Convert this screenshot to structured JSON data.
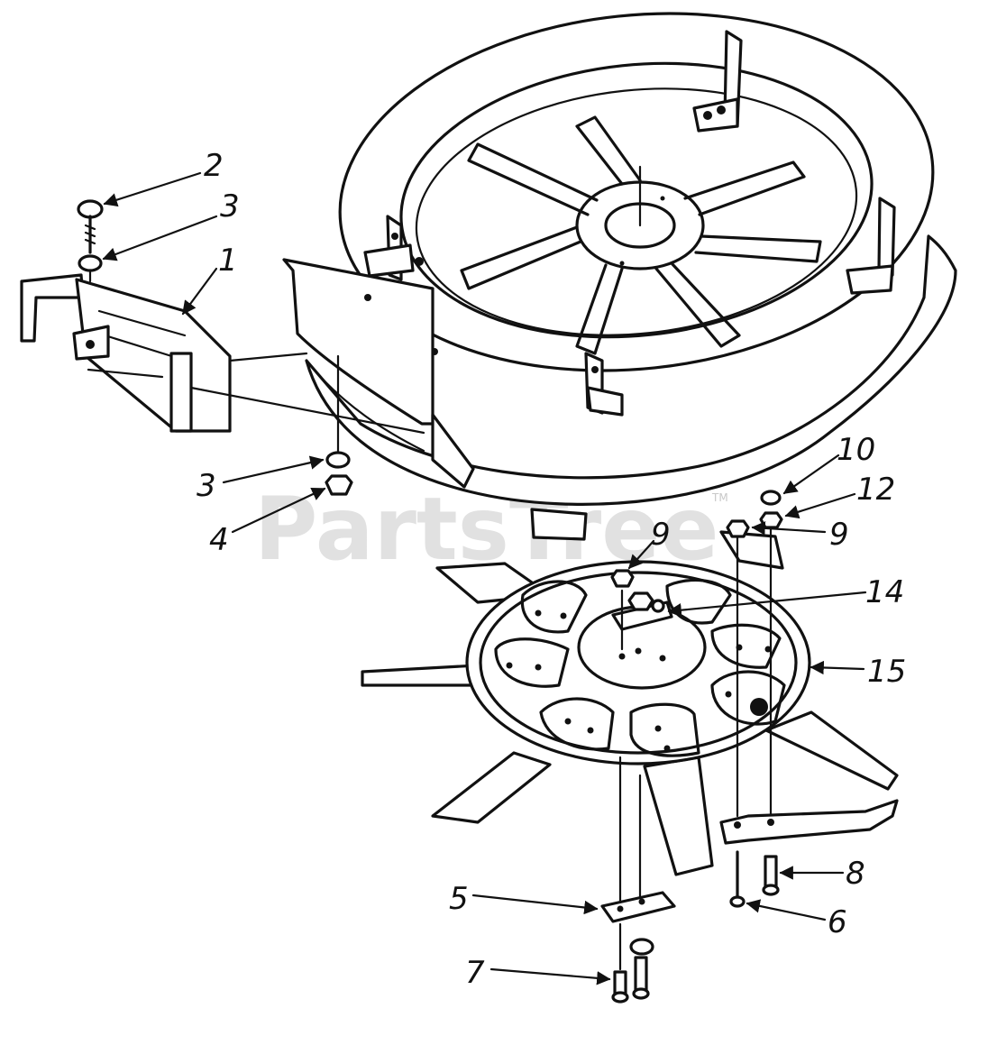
{
  "watermark": {
    "text": "PartsTree",
    "trademark": "TM"
  },
  "callouts": [
    {
      "id": "c2",
      "label": "2"
    },
    {
      "id": "c3a",
      "label": "3"
    },
    {
      "id": "c1",
      "label": "1"
    },
    {
      "id": "c3b",
      "label": "3"
    },
    {
      "id": "c4",
      "label": "4"
    },
    {
      "id": "c10",
      "label": "10"
    },
    {
      "id": "c12",
      "label": "12"
    },
    {
      "id": "c9a",
      "label": "9"
    },
    {
      "id": "c9b",
      "label": "9"
    },
    {
      "id": "c14",
      "label": "14"
    },
    {
      "id": "c15",
      "label": "15"
    },
    {
      "id": "c8",
      "label": "8"
    },
    {
      "id": "c6",
      "label": "6"
    },
    {
      "id": "c5",
      "label": "5"
    },
    {
      "id": "c7",
      "label": "7"
    }
  ],
  "colors": {
    "ink": "#111111",
    "paper": "#ffffff",
    "watermark": "#c8c8c8"
  }
}
